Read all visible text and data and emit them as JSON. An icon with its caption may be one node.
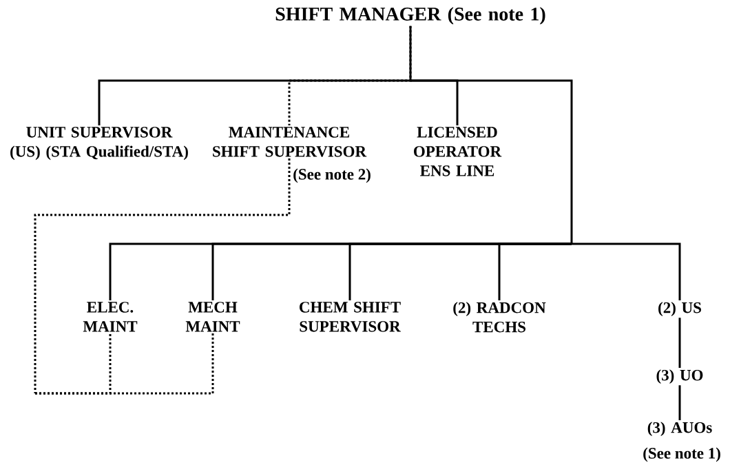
{
  "diagram": {
    "nodes": [
      {
        "text": [
          "SHIFT MANAGER (See note 1)"
        ]
      },
      {
        "text": [
          "UNIT SUPERVISOR (US) (STA Qualified/STA)"
        ]
      },
      {
        "text": [
          "MAINTENANCE SHIFT SUPERVISOR"
        ],
        "beside": [
          "(See note 2)"
        ]
      },
      {
        "text": [
          "LICENSED OPERATOR ENS LINE"
        ]
      },
      {
        "text": [
          "ELEC. MAINT"
        ]
      },
      {
        "text": [
          "MECH MAINT"
        ]
      },
      {
        "text": [
          "CHEM SHIFT SUPERVISOR"
        ]
      },
      {
        "text": [
          "(2) RADCON TECHS"
        ]
      },
      {
        "text": [
          "(2) US"
        ]
      },
      {
        "text": [
          "(3) UO"
        ]
      },
      {
        "text": [
          "(3) AUOs"
        ],
        "beside": [
          "(See note 1)"
        ]
      }
    ],
    "edges": [
      {
        "from": 0,
        "to": 1,
        "arrow": "none"
      },
      {
        "from": 0,
        "to": 2,
        "arrow": "none",
        "style": "dashed"
      },
      {
        "from": 0,
        "to": 3,
        "arrow": "none"
      },
      {
        "from": 0,
        "to": 4,
        "arrow": "none"
      },
      {
        "from": 0,
        "to": 5,
        "arrow": "none"
      },
      {
        "from": 0,
        "to": 6,
        "arrow": "none"
      },
      {
        "from": 0,
        "to": 7,
        "arrow": "none"
      },
      {
        "from": 0,
        "to": 8,
        "arrow": "none"
      },
      {
        "from": 8,
        "to": 9,
        "arrow": "none"
      },
      {
        "from": 9,
        "to": 10,
        "arrow": "none"
      },
      {
        "from": 2,
        "to": 4,
        "arrow": "none",
        "style": "dashed"
      },
      {
        "from": 2,
        "to": 5,
        "arrow": "none",
        "style": "dashed"
      }
    ]
  }
}
